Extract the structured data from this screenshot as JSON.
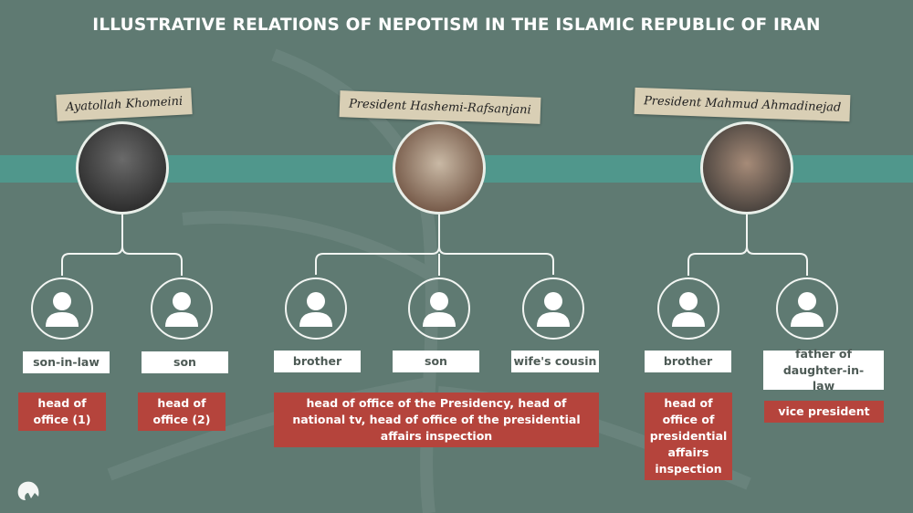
{
  "title": "ILLUSTRATIVE RELATIONS OF NEPOTISM IN THE ISLAMIC REPUBLIC OF IRAN",
  "leaders": [
    {
      "name": "Ayatollah Khomeini",
      "relatives": [
        {
          "relation": "son-in-law",
          "position": "head of office (1)"
        },
        {
          "relation": "son",
          "position": "head of office (2)"
        }
      ]
    },
    {
      "name": "President Hashemi-Rafsanjani",
      "relatives": [
        {
          "relation": "brother"
        },
        {
          "relation": "son"
        },
        {
          "relation": "wife's cousin"
        }
      ],
      "shared_position": "head of office of the Presidency, head of national tv, head of office of the presidential affairs inspection"
    },
    {
      "name": "President Mahmud Ahmadinejad",
      "relatives": [
        {
          "relation": "brother",
          "position": "head of office of presidential affairs inspection"
        },
        {
          "relation": "father of daughter-in-law",
          "position": "vice president"
        }
      ]
    }
  ],
  "colors": {
    "background": "#5f7a72",
    "band": "#4f9a8f",
    "position_box": "#b5443c",
    "tape": "#d9cfb5"
  }
}
